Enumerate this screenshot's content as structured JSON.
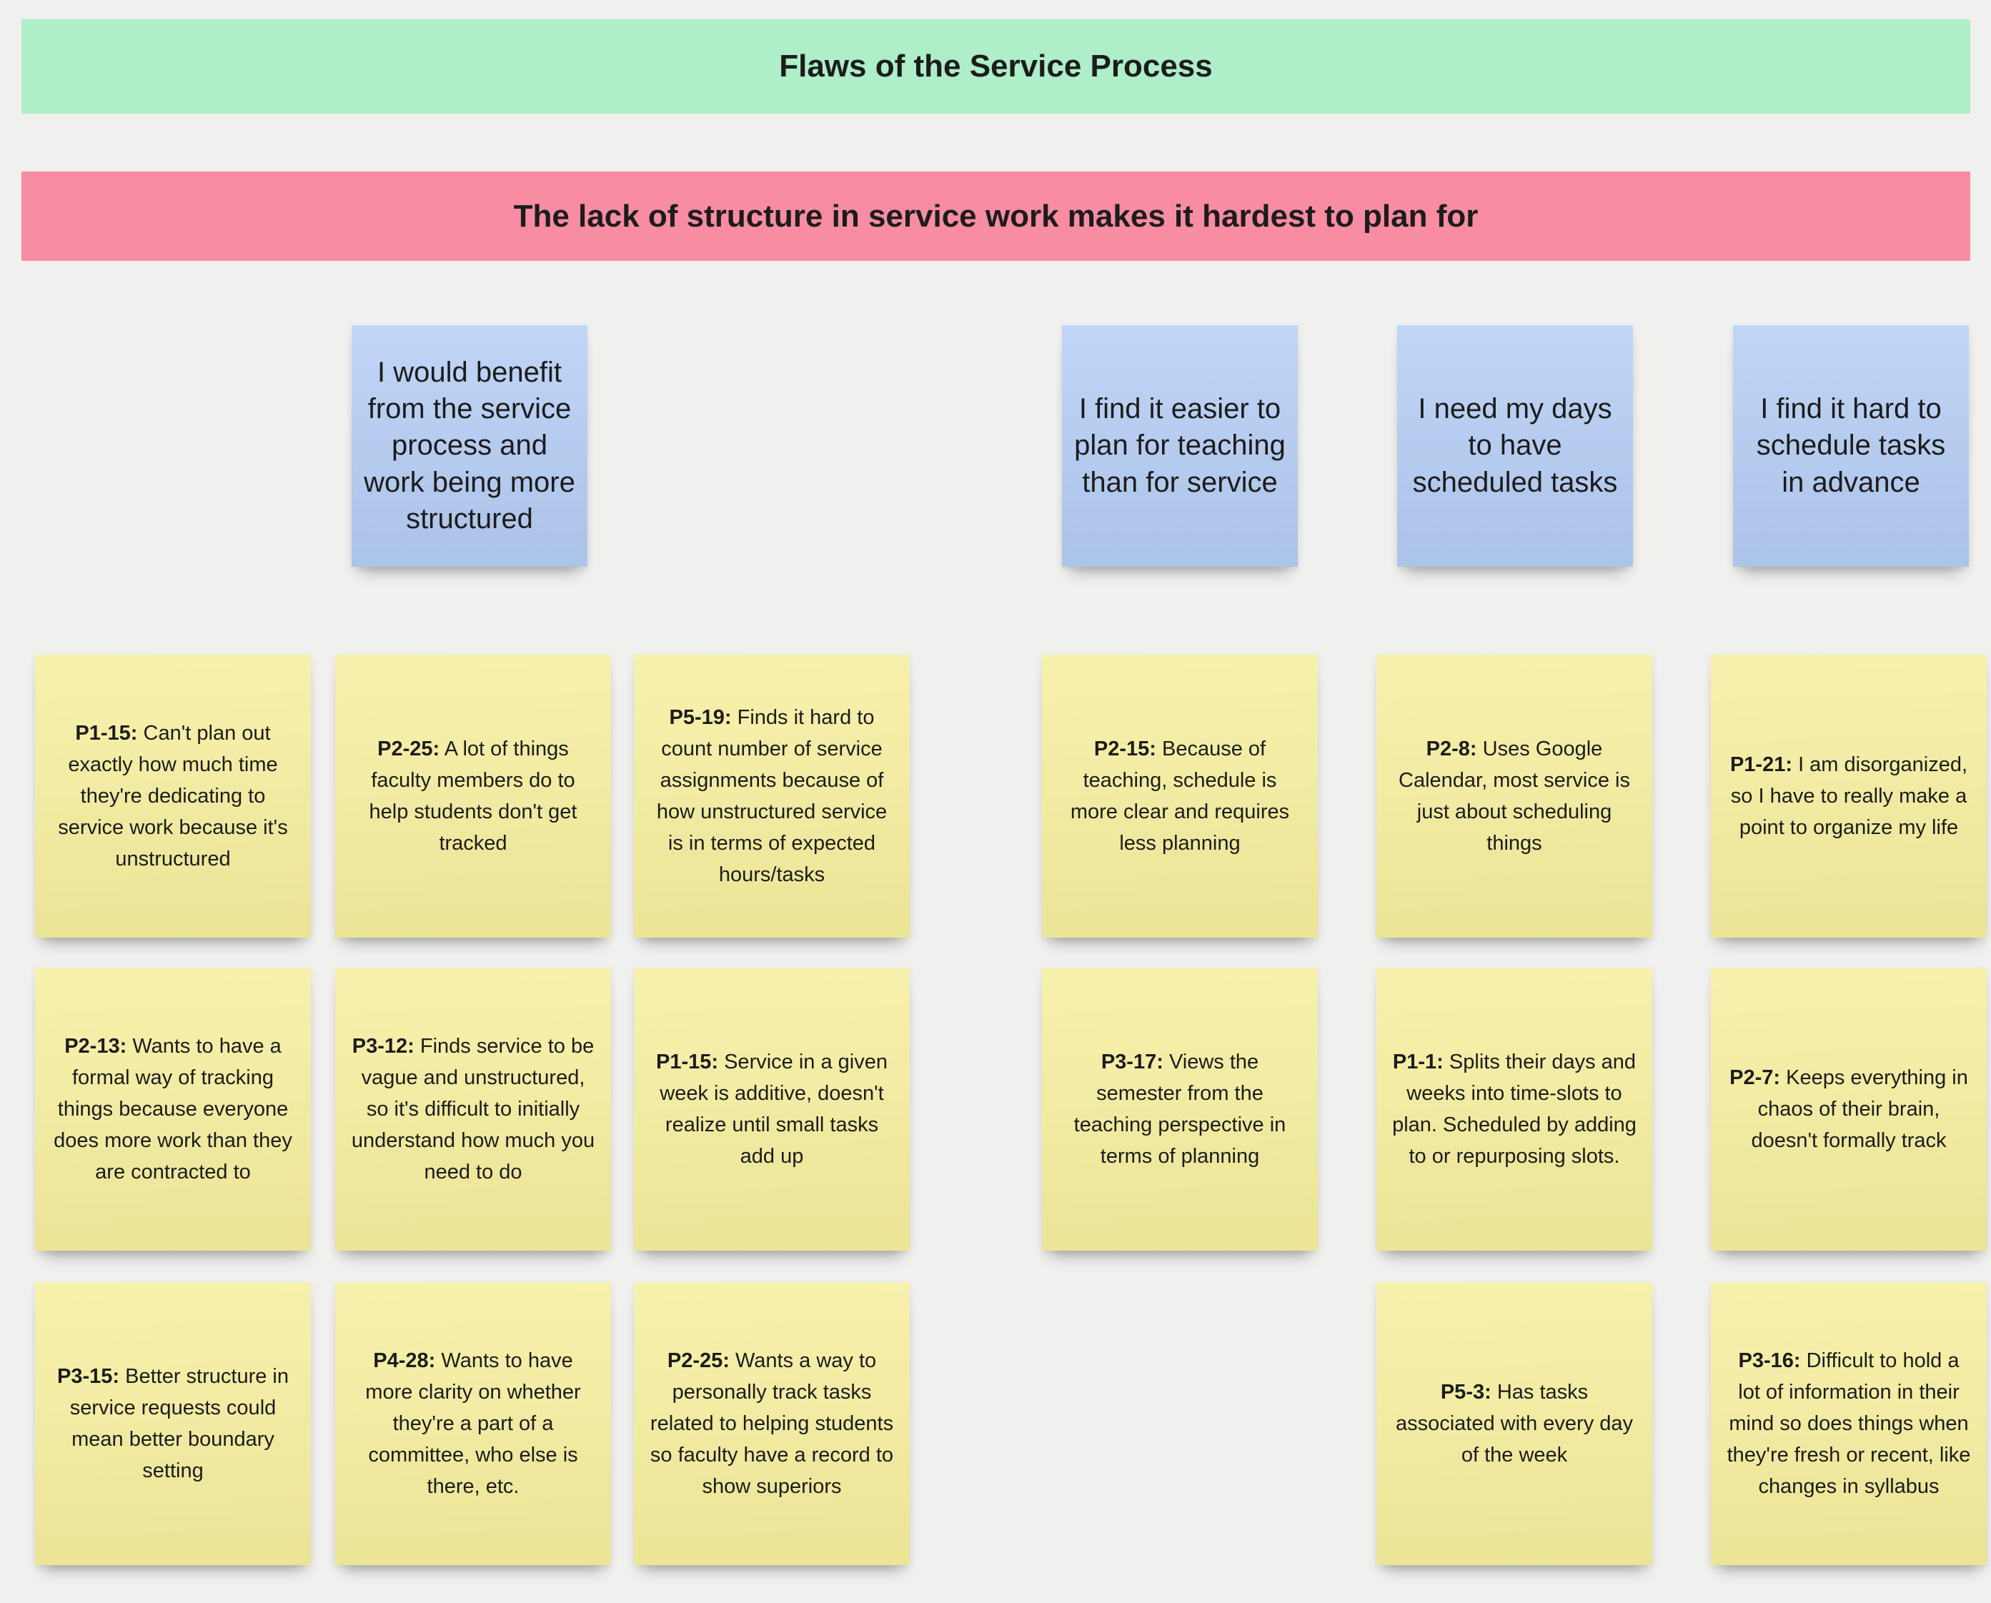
{
  "colors": {
    "background": "#f0f0ee",
    "banner_green": "#aeeec9",
    "banner_pink": "#f78ca3",
    "note_blue": "#b6cef5",
    "note_yellow": "#f6ef9f",
    "text": "#1c1c1c"
  },
  "board_title": {
    "text": "Flaws of the Service Process"
  },
  "theme": {
    "text": "The lack of structure in service work makes it hardest to plan for"
  },
  "headers": [
    {
      "text": "I would benefit from the service process and work being more structured"
    },
    {
      "text": "I find it easier to plan for teaching than for service"
    },
    {
      "text": "I need my days to have scheduled tasks"
    },
    {
      "text": "I find it hard to schedule tasks in advance"
    }
  ],
  "columns": [
    {
      "notes": [
        {
          "tag": "P1-15:",
          "body": "Can't plan out exactly how much time they're dedicating to service work because it's unstructured"
        },
        {
          "tag": "P2-13:",
          "body": "Wants to have a formal way of tracking things because everyone does more work than they are contracted to"
        },
        {
          "tag": "P3-15:",
          "body": "Better structure in service requests could mean better boundary setting"
        }
      ]
    },
    {
      "notes": [
        {
          "tag": "P2-25:",
          "body": "A lot of things faculty members do to help students don't get tracked"
        },
        {
          "tag": "P3-12:",
          "body": "Finds service to be vague and unstructured, so it's difficult to initially understand how much you need to do"
        },
        {
          "tag": "P4-28:",
          "body": "Wants to have more clarity on whether they're a part of a committee, who else is there, etc."
        }
      ]
    },
    {
      "notes": [
        {
          "tag": "P5-19:",
          "body": "Finds it hard to count number of service assignments because of how unstructured service is in terms of expected hours/tasks"
        },
        {
          "tag": "P1-15:",
          "body": "Service in a given week is additive, doesn't realize until small tasks add up"
        },
        {
          "tag": "P2-25:",
          "body": "Wants a way to personally track tasks related to helping students so faculty have a record to show superiors"
        }
      ]
    },
    {
      "notes": [
        {
          "tag": "P2-15:",
          "body": "Because of teaching, schedule is more clear and requires less planning"
        },
        {
          "tag": "P3-17:",
          "body": "Views the semester from the teaching perspective in terms of planning"
        }
      ]
    },
    {
      "notes": [
        {
          "tag": "P2-8:",
          "body": "Uses Google Calendar, most service is just about scheduling things"
        },
        {
          "tag": "P1-1:",
          "body": "Splits their  days and weeks into time-slots to plan. Scheduled by adding to or repurposing slots."
        },
        {
          "tag": "P5-3:",
          "body": "Has tasks associated with every day of the week"
        }
      ]
    },
    {
      "notes": [
        {
          "tag": "P1-21:",
          "body": "I am disorganized, so I have to really make a point to organize my life"
        },
        {
          "tag": "P2-7:",
          "body": "Keeps everything in chaos of their brain, doesn't formally track"
        },
        {
          "tag": "P3-16:",
          "body": "Difficult to hold a lot of information in their mind so does things when they're fresh or recent, like changes in syllabus"
        }
      ]
    }
  ]
}
